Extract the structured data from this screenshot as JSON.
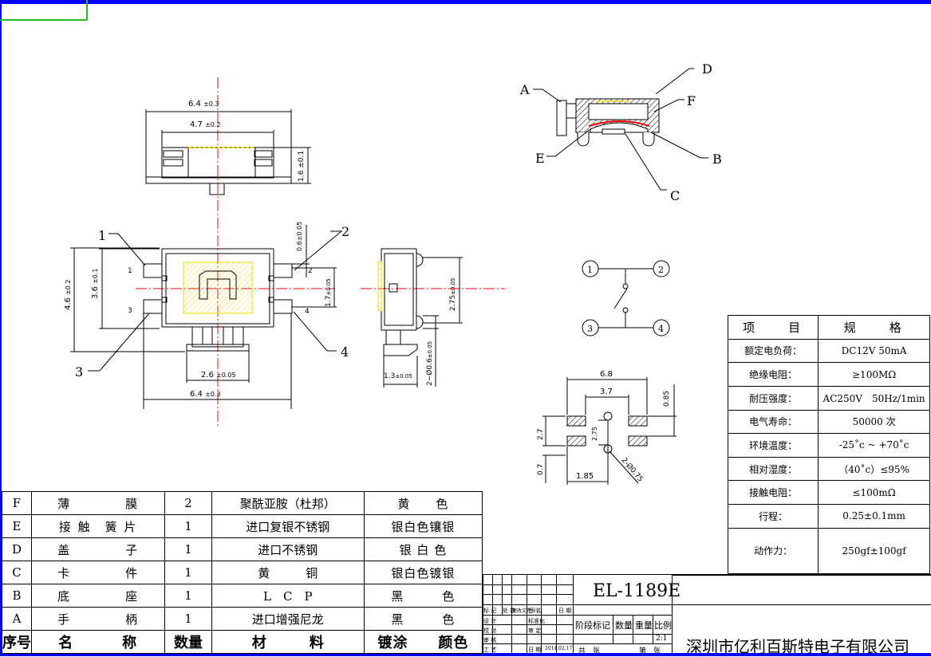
{
  "part_number": "EL-1189E",
  "company": "深圳市亿利百斯特电子有限公司",
  "drawing_date": "2014.02.17",
  "scale": "2:1",
  "dimensions": {
    "top_width_outer": "6.4",
    "top_width_outer_tol": "±0.3",
    "top_width_inner": "4.7",
    "top_width_inner_tol": "±0.2",
    "top_height": "1.6",
    "top_height_tol": "±0.1",
    "overall_height": "4.6",
    "overall_height_tol": "±0.2",
    "body_height": "3.6",
    "body_height_tol": "±0.1",
    "bottom_width_inner": "2.6",
    "bottom_width_inner_tol": "±0.05",
    "bottom_width_outer": "6.4",
    "bottom_width_outer_tol": "±0.3",
    "pin_gap": "0.6",
    "pin_gap_tol": "±0.05",
    "pin_pitch": "1.7",
    "pin_pitch_tol": "±0.05",
    "side_height": "2.75",
    "side_height_tol": "±0.05",
    "side_width": "1.3",
    "side_width_tol": "±0.05",
    "post_dia": "2−Ø0.6",
    "post_dia_tol": "±0.05",
    "pad_span": "6.8",
    "pad_inner": "3.7",
    "pad_h1": "0.85",
    "pad_pitch": "2.7",
    "pad_v": "2.75",
    "pad_small": "0.7",
    "pad_w": "1.85",
    "hole": "2-Ø0.75"
  },
  "pin_labels": [
    "1",
    "2",
    "3",
    "4"
  ],
  "section_labels": [
    "A",
    "B",
    "C",
    "D",
    "E",
    "F"
  ],
  "bom": {
    "header": [
      "序号",
      "名　　　称",
      "数量",
      "材　　　料",
      "镀涂　　颜色"
    ],
    "rows": [
      [
        "F",
        "薄　　　　膜",
        "2",
        "聚酰亚胺（杜邦）",
        "黄　　色"
      ],
      [
        "E",
        "接 触　簧 片",
        "1",
        "进口复银不锈钢",
        "银白色镶银"
      ],
      [
        "D",
        "盖　　　　子",
        "1",
        "进口不锈钢",
        "银 白 色"
      ],
      [
        "C",
        "卡　　　　件",
        "1",
        "黄　　　铜",
        "银白色镀银"
      ],
      [
        "B",
        "底　　　　座",
        "1",
        "L　C　P",
        "黑　　　色"
      ],
      [
        "A",
        "手　　　　柄",
        "1",
        "进口增强尼龙",
        "黑　　　色"
      ]
    ]
  },
  "spec": {
    "header": [
      "项　　目",
      "规　　格"
    ],
    "rows": [
      [
        "额定电负荷：",
        "DC12V 50mA"
      ],
      [
        "绝缘电阻：",
        "≥100MΩ"
      ],
      [
        "耐压强度：",
        "AC250V　50Hz/1min"
      ],
      [
        "电气寿命：",
        "50000 次"
      ],
      [
        "环境温度：",
        "-25˚c ~ +70˚c"
      ],
      [
        "相对湿度：",
        "（40˚c）≤95%"
      ],
      [
        "接触电阻：",
        "≤100mΩ"
      ],
      [
        "行程：",
        "0.25±0.1mm"
      ],
      [
        "动作力：",
        "250gf±100gf"
      ]
    ]
  },
  "title_block": {
    "rev_headers": [
      "标 记",
      "处 数",
      "更改文件号",
      "签 名",
      "日 期"
    ],
    "roles": [
      "设 计",
      "校 对",
      "审 核",
      "工 艺"
    ],
    "std": "标准化",
    "approve": "审 定",
    "date_label": "日 期",
    "stage": "阶段标记",
    "qty": "数量",
    "weight": "重量",
    "ratio": "比例",
    "sheets_total": "共　张",
    "sheet_no": "第　张"
  }
}
